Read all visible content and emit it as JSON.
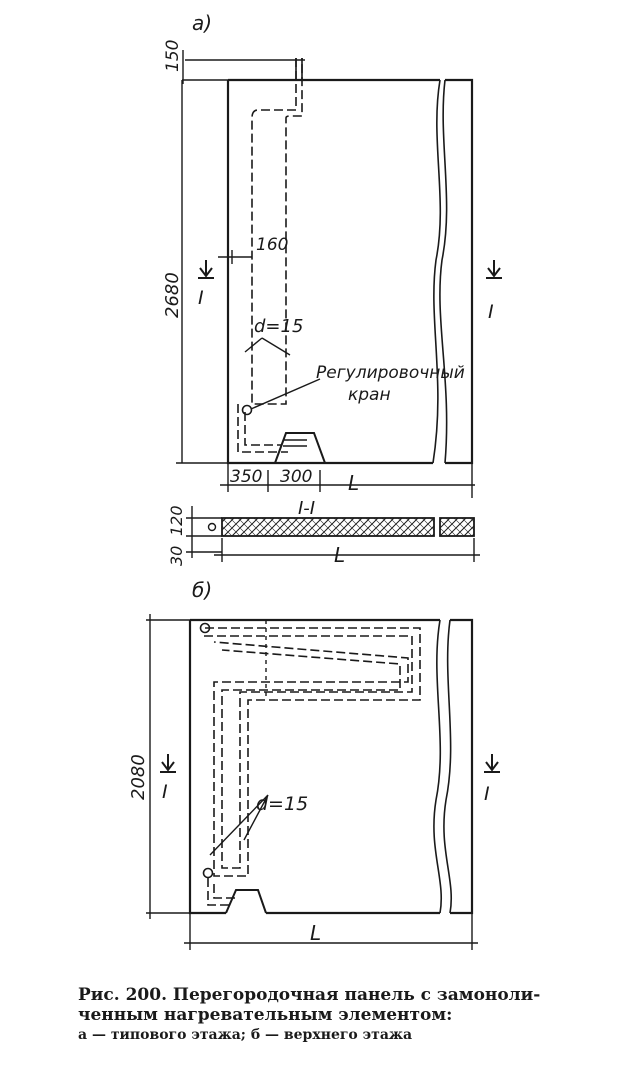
{
  "labels": {
    "fig_a": "a)",
    "fig_b": "б)",
    "dim_150": "150",
    "dim_2680": "2680",
    "dim_160": "160",
    "d15_a": "d=15",
    "valve_line1": "Регулировочный",
    "valve_line2": "кран",
    "dim_350": "350",
    "dim_300": "300",
    "L_a": "L",
    "section": "I-I",
    "dim_120": "120",
    "dim_30": "30",
    "L_section": "L",
    "dim_2080": "2080",
    "d15_b": "d=15",
    "L_b": "L",
    "cut_a_left": "I",
    "cut_a_right": "I",
    "cut_b_left": "I",
    "cut_b_right": "I"
  },
  "caption": {
    "line1": "Рис. 200. Перегородочная панель с замоноли-",
    "line2": "ченным нагревательным элементом:",
    "line3": "а — типового этажа; б — верхнего этажа"
  }
}
